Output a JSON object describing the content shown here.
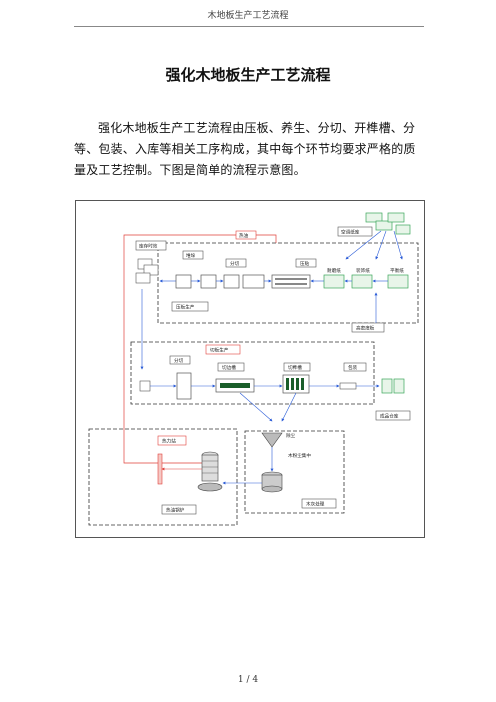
{
  "header": {
    "running_title": "木地板生产工艺流程"
  },
  "document": {
    "title": "强化木地板生产工艺流程",
    "paragraph": "强化木地板生产工艺流程由压板、养生、分切、开榫槽、分等、包装、入库等相关工序构成，其中每个环节均要求严格的质量及工艺控制。下图是简单的流程示意图。"
  },
  "diagram": {
    "labels": {
      "reheat": "热油",
      "aircon_store": "空调纸库",
      "stock_aging": "库存时效",
      "stack": "堆垛",
      "cut1": "分切",
      "press": "压贴",
      "paper_a": "耐磨纸",
      "paper_b": "装饰纸",
      "paper_c": "平衡纸",
      "press_section": "压板生产",
      "high_density": "高密度板",
      "cut2": "分切",
      "cut_section": "切板生产",
      "edge_cut": "切边槽",
      "tongue": "切榫槽",
      "pack": "包装",
      "warehouse": "成品仓库",
      "thermal_station": "热力站",
      "dust": "除尘",
      "sawdust": "木粉尘集中",
      "boiler": "热油锅炉",
      "dust_section": "木灰处理"
    }
  },
  "footer": {
    "page": "1 / 4"
  },
  "colors": {
    "accent_red": "#e0403a",
    "flow_blue": "#2a5bd7",
    "paper_green": "#3aa55a",
    "dash": "#333333"
  }
}
